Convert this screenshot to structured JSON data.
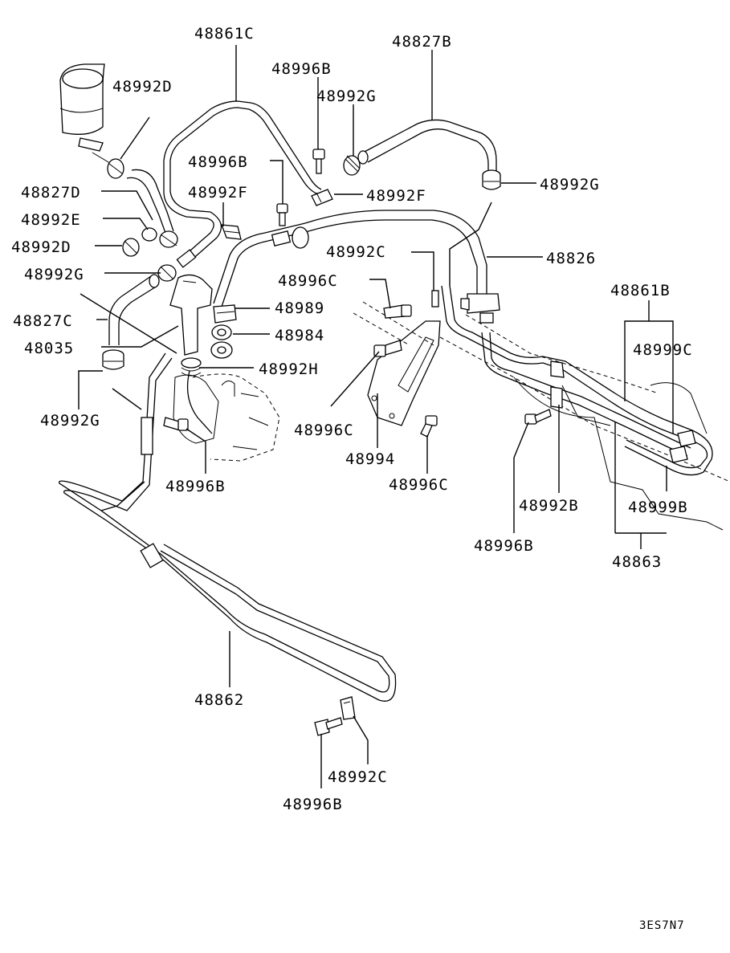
{
  "labels": {
    "p48861C": "48861C",
    "p48827B": "48827B",
    "p48996B_top": "48996B",
    "p48992D_top": "48992D",
    "p48992G_top": "48992G",
    "p48996B_mid": "48996B",
    "p48992G_right": "48992G",
    "p48992F_left": "48992F",
    "p48992F_right": "48992F",
    "p48827D": "48827D",
    "p48992E": "48992E",
    "p48992D_left": "48992D",
    "p48992C_top": "48992C",
    "p48826": "48826",
    "p48992G_left": "48992G",
    "p48996C_left": "48996C",
    "p48989": "48989",
    "p48861B": "48861B",
    "p48827C": "48827C",
    "p48984": "48984",
    "p48999C": "48999C",
    "p48035": "48035",
    "p48992H": "48992H",
    "p48992G_bottom": "48992G",
    "p48996C_mid": "48996C",
    "p48994": "48994",
    "p48996C_right": "48996C",
    "p48996B_pump": "48996B",
    "p48992B": "48992B",
    "p48999B": "48999B",
    "p48996B_rack": "48996B",
    "p48863": "48863",
    "p48862": "48862",
    "p48992C_bottom": "48992C",
    "p48996B_bottom": "48996B"
  },
  "diagram_code": "3ES7N7"
}
